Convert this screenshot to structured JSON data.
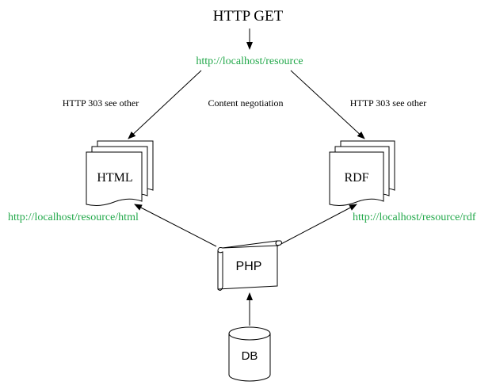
{
  "top_label": "HTTP GET",
  "resource_uri": "http://localhost/resource",
  "left_redirect": "HTTP 303 see other",
  "right_redirect": "HTTP 303 see other",
  "negotiation": "Content negotiation",
  "html_doc": {
    "label": "HTML",
    "uri": "http://localhost/resource/html"
  },
  "rdf_doc": {
    "label": "RDF",
    "uri": "http://localhost/resource/rdf"
  },
  "php_label": "PHP",
  "db_label": "DB",
  "colors": {
    "uri": "#22a84a",
    "stroke": "#000000",
    "text": "#000000"
  }
}
